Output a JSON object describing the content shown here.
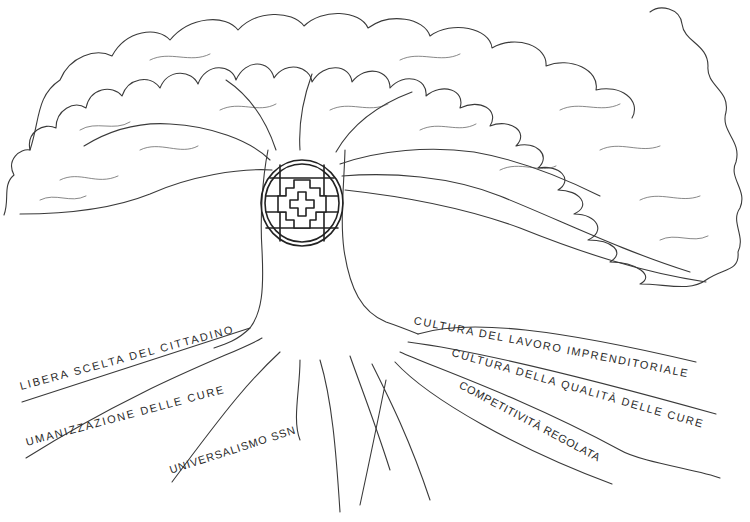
{
  "diagram": {
    "labels": [
      "LIBERA SCELTA DEL CITTADINO",
      "UMANIZZAZIONE DELLE CURE",
      "UNIVERSALISMO SSN",
      "CULTURA DEL LAVORO IMPRENDITORIALE",
      "CULTURA DELLA QUALITÀ DELLE CURE",
      "COMPETITIVITÀ REGOLATA"
    ]
  }
}
